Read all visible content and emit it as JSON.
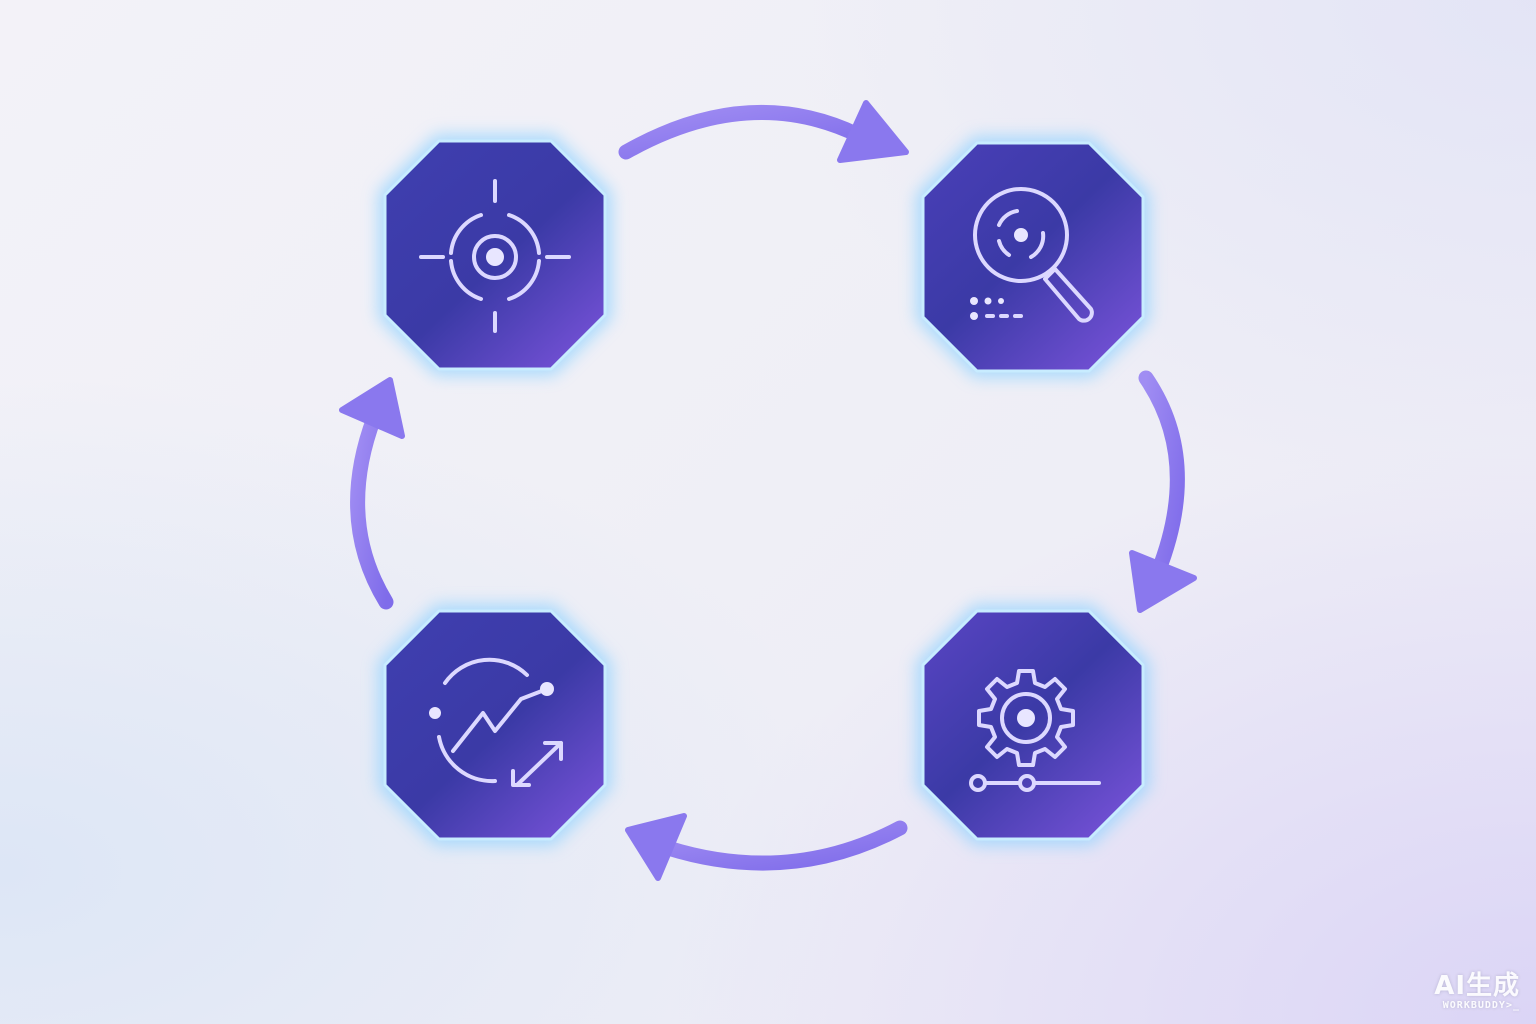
{
  "diagram": {
    "type": "cycle",
    "steps": [
      {
        "icon": "target-crosshair-icon"
      },
      {
        "icon": "magnifier-analysis-icon"
      },
      {
        "icon": "gear-settings-icon"
      },
      {
        "icon": "growth-trend-cycle-icon"
      }
    ],
    "flow": "clockwise"
  },
  "colors": {
    "tile_dark": "#3a3aa8",
    "tile_light": "#7a52d6",
    "glow": "#8fd2ff",
    "arrow": "#8f7cf0",
    "icon_line": "#dcd8ff"
  },
  "watermark": {
    "main": "AI生成",
    "sub": "WORKBUDDY>_"
  }
}
